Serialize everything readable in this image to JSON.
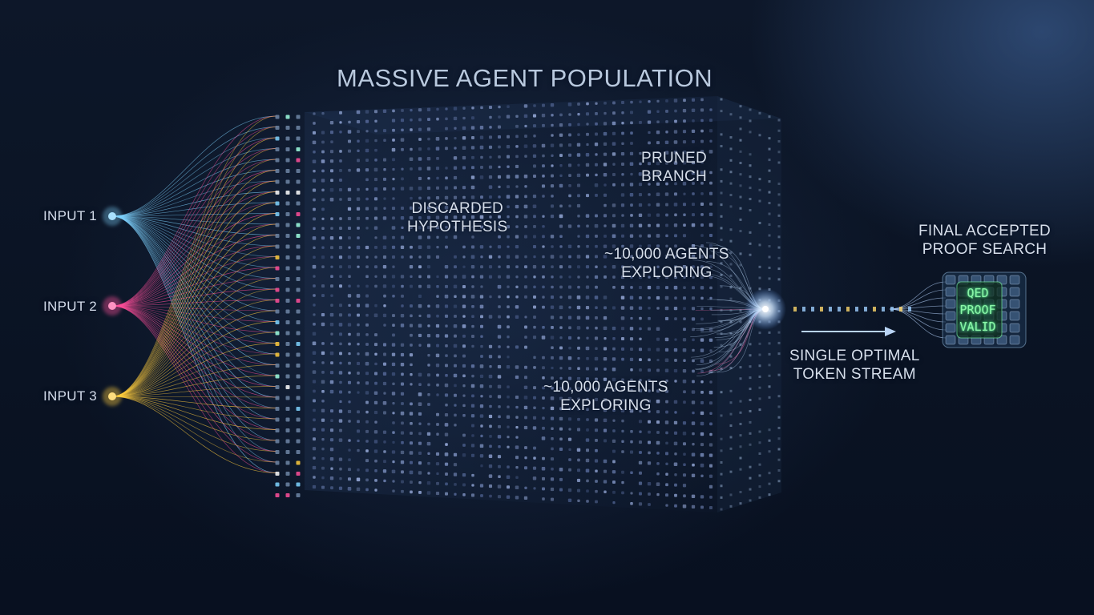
{
  "title": "MASSIVE AGENT POPULATION",
  "inputs": [
    {
      "label": "INPUT 1",
      "color": "#7fd3ff"
    },
    {
      "label": "INPUT 2",
      "color": "#ff4f9a"
    },
    {
      "label": "INPUT 3",
      "color": "#ffcc3d"
    }
  ],
  "annotations": {
    "discarded": {
      "line1": "DISCARDED",
      "line2": "HYPOTHESIS"
    },
    "pruned": {
      "line1": "PRUNED",
      "line2": "BRANCH"
    },
    "agents_top": {
      "line1": "~10,000 AGENTS",
      "line2": "EXPLORING"
    },
    "agents_bottom": {
      "line1": "~10,000 AGENTS",
      "line2": "EXPLORING"
    }
  },
  "output": {
    "final": {
      "line1": "FINAL ACCEPTED",
      "line2": "PROOF SEARCH"
    },
    "stream": {
      "line1": "SINGLE OPTIMAL",
      "line2": "TOKEN STREAM"
    },
    "proof": {
      "line1": "QED",
      "line2": "PROOF",
      "line3": "VALID"
    }
  },
  "colors": {
    "background": "#0b1322",
    "text": "#d7dfeb",
    "proof_green": "#8cf5a8",
    "stream_glow": "#e8f2ff"
  }
}
